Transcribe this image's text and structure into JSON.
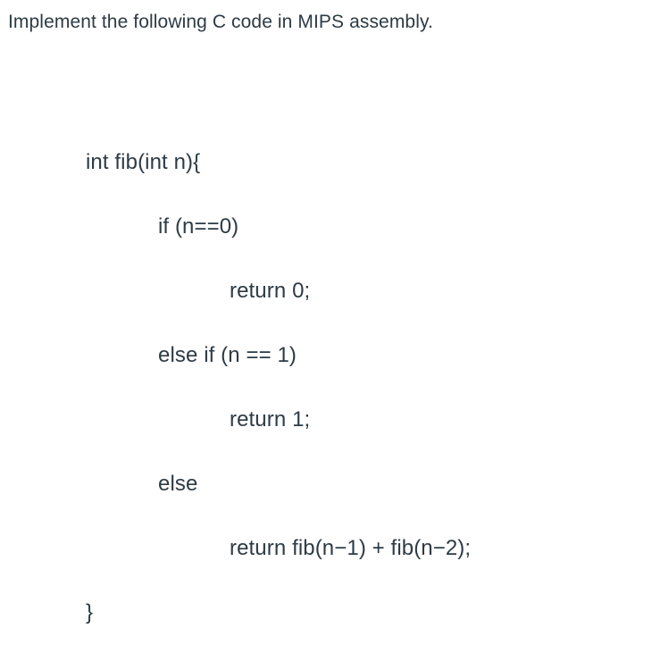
{
  "document": {
    "prompt": "Implement the following C code in MIPS assembly.",
    "code": {
      "language": "C",
      "lines": [
        {
          "text": "int fib(int n){",
          "indent": 0
        },
        {
          "text": "if (n==0)",
          "indent": 1
        },
        {
          "text": "return 0;",
          "indent": 2
        },
        {
          "text": "else if (n == 1)",
          "indent": 1
        },
        {
          "text": "return 1;",
          "indent": 2
        },
        {
          "text": "else",
          "indent": 1
        },
        {
          "text": "return fib(n−1) + fib(n−2);",
          "indent": 2
        },
        {
          "text": "}",
          "indent": 0
        }
      ]
    }
  },
  "colors": {
    "text": "#2d3b45",
    "background": "#ffffff"
  }
}
